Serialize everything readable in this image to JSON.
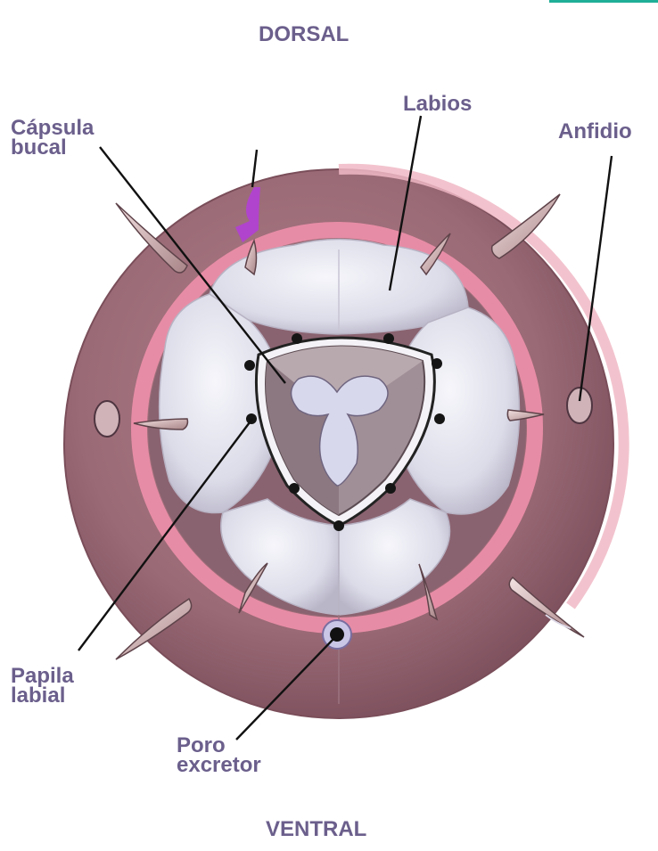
{
  "labels": {
    "dorsal": "DORSAL",
    "ventral": "VENTRAL",
    "labios": "Labios",
    "anfidio": "Anfidio",
    "capsula_line1": "Cápsula",
    "capsula_line2": "bucal",
    "papila_line1": "Papila",
    "papila_line2": "labial",
    "poro_line1": "Poro",
    "poro_line2": "excretor"
  },
  "colors": {
    "label_text": "#6b5f8c",
    "outer_ring": "#8f5f6c",
    "pink_ring": "#e78ca6",
    "lips": "#e2e2ee",
    "capsule": "#9a8a90",
    "arrow": "#b044cc",
    "corner_mark": "#1fae97"
  },
  "icons": {
    "pointer_arrow": "purple-arrow-icon",
    "pore": "excretory-pore-icon"
  }
}
